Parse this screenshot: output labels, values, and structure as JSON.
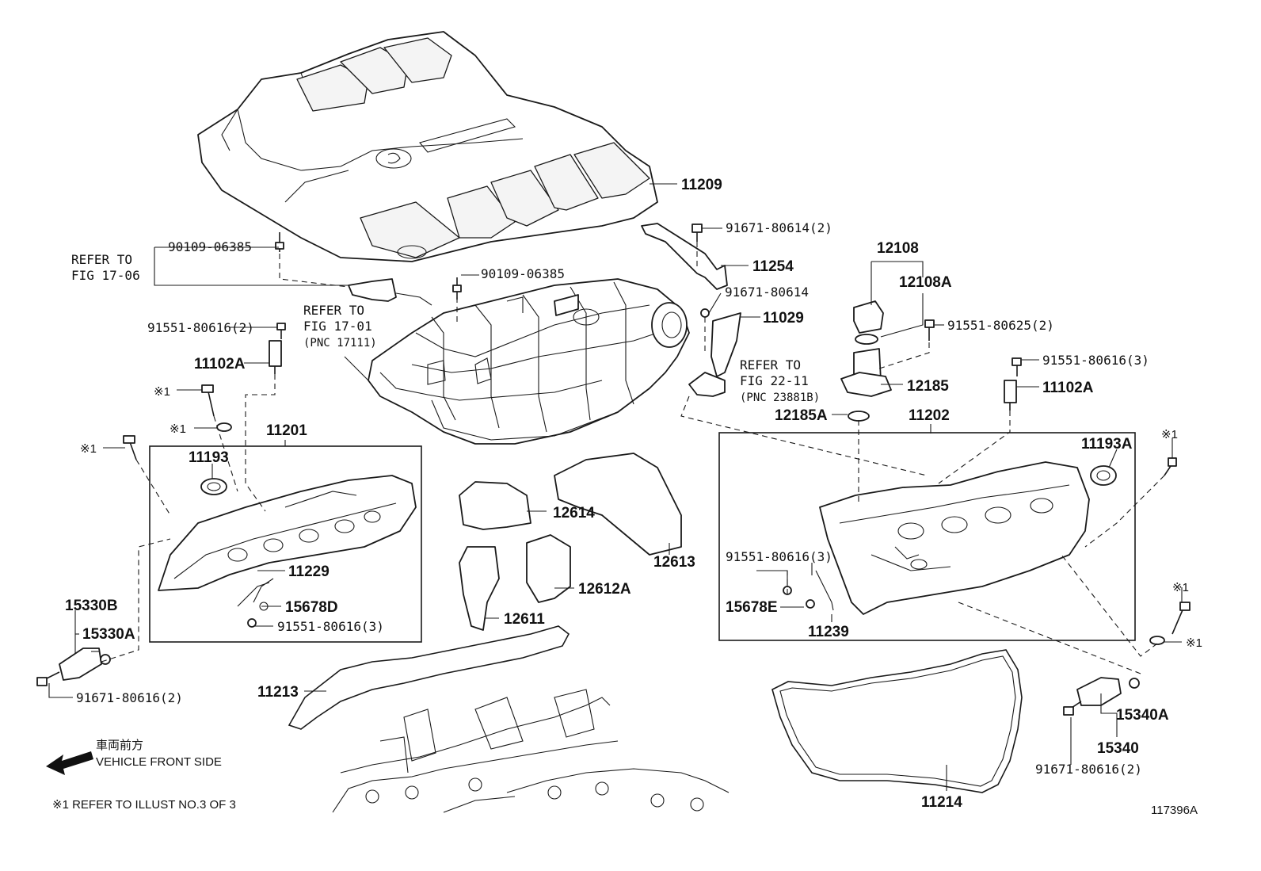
{
  "diagram_id": "117396A",
  "notes": {
    "vehicle_front_jp": "車両前方",
    "vehicle_front_en": "VEHICLE FRONT SIDE",
    "footnote": "※1  REFER TO ILLUST NO.3 OF 3"
  },
  "refer_labels": {
    "fig_17_06_line1": "REFER TO",
    "fig_17_06_line2": "FIG 17-06",
    "fig_17_01_line1": "REFER TO",
    "fig_17_01_line2": "FIG 17-01",
    "fig_17_01_line3": "(PNC 17111)",
    "fig_22_11_line1": "REFER TO",
    "fig_22_11_line2": "FIG 22-11",
    "fig_22_11_line3": "(PNC 23881B)"
  },
  "ref1_mark": "※1",
  "parts": {
    "p11209": "11209",
    "p90109_a": "90109-06385",
    "p90109_b": "90109-06385",
    "p91671_80614_2": "91671-80614(2)",
    "p11254": "11254",
    "p91671_80614": "91671-80614",
    "p11029": "11029",
    "p12108": "12108",
    "p12108A": "12108A",
    "p91551_80625_2": "91551-80625(2)",
    "p91551_80616_2": "91551-80616(2)",
    "p11102A_left": "11102A",
    "p11201": "11201",
    "p11193": "11193",
    "p11229": "11229",
    "p15678D": "15678D",
    "p91551_80616_3_left": "91551-80616(3)",
    "p15330B": "15330B",
    "p15330A": "15330A",
    "p91671_80616_2_left": "91671-80616(2)",
    "p12614": "12614",
    "p12613": "12613",
    "p12612A": "12612A",
    "p12611": "12611",
    "p11213": "11213",
    "p12185": "12185",
    "p12185A": "12185A",
    "p11202": "11202",
    "p91551_80616_3_top": "91551-80616(3)",
    "p11102A_right": "11102A",
    "p11193A": "11193A",
    "p91551_80616_3_right": "91551-80616(3)",
    "p15678E": "15678E",
    "p11239": "11239",
    "p15340A": "15340A",
    "p15340": "15340",
    "p91671_80616_2_right": "91671-80616(2)",
    "p11214": "11214"
  }
}
